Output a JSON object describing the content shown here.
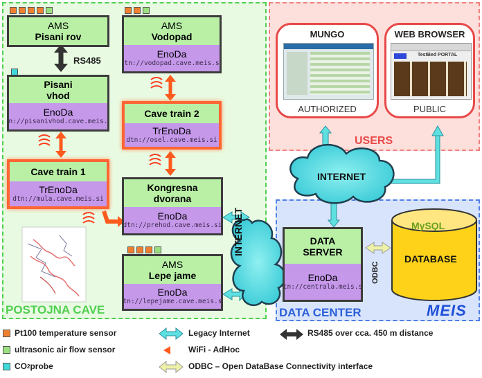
{
  "regions": {
    "cave": "POSTOJNA CAVE",
    "users": "USERS",
    "datacenter": "DATA CENTER"
  },
  "colors": {
    "pt100": "#f08030",
    "airflow": "#9be07f",
    "co2": "#3fd9d9",
    "legacy_internet": "#5fe0e0",
    "wifi": "#ff5a1e",
    "rs485": "#333333",
    "odbc": "#eef2a8"
  },
  "nodes": {
    "pisani_rov": {
      "l1": "AMS",
      "l2": "Pisani rov"
    },
    "vodopad": {
      "l1": "AMS",
      "l2": "Vodopad",
      "b1": "EnoDa",
      "b2": "dtn://vodopad.cave.meis.si"
    },
    "pisani_vhod": {
      "l1": "Pisani",
      "l2": "vhod",
      "b1": "EnoDa",
      "b2": "dtn://pisanivhod.cave.meis.si"
    },
    "cave_train_2": {
      "l1": "Cave train 2",
      "b1": "TrEnoDa",
      "b2": "dtn://osel.cave.meis.si"
    },
    "cave_train_1": {
      "l1": "Cave train 1",
      "b1": "TrEnoDa",
      "b2": "dtn://mula.cave.meis.si"
    },
    "kongresna": {
      "l1": "Kongresna",
      "l2": "dvorana",
      "b1": "EnoDa",
      "b2": "dtn://prehod.cave.meis.si"
    },
    "lepe_jame": {
      "l1": "AMS",
      "l2": "Lepe jame",
      "b1": "EnoDa",
      "b2": "dtn://lepejame.cave.meis.si"
    },
    "data_server": {
      "l1": "DATA",
      "l2": "SERVER",
      "b1": "EnoDa",
      "b2": "dtn://centrala.meis.si"
    }
  },
  "links": {
    "rs485": "RS485",
    "internet_cave": "INTERNET",
    "internet_users": "INTERNET",
    "odbc": "ODBC"
  },
  "apps": {
    "mungo": {
      "title": "MUNGO",
      "sub": "AUTHORIZED"
    },
    "web": {
      "title": "WEB BROWSER",
      "sub": "PUBLIC",
      "screen_text": "TestBed PORTAL"
    }
  },
  "database": {
    "brand": "MySQL",
    "label": "DATABASE"
  },
  "logo": "MEIS",
  "legend": {
    "pt100": "Pt100 temperature sensor",
    "airflow": "ultrasonic air flow sensor",
    "co2_prefix": "CO",
    "co2_sub": "2",
    "co2_suffix": " probe",
    "legacy": "Legacy Internet",
    "wifi": "WiFi - AdHoc",
    "odbc": "ODBC – Open DataBase Connectivity interface",
    "rs485": "RS485 over cca. 450 m distance"
  }
}
